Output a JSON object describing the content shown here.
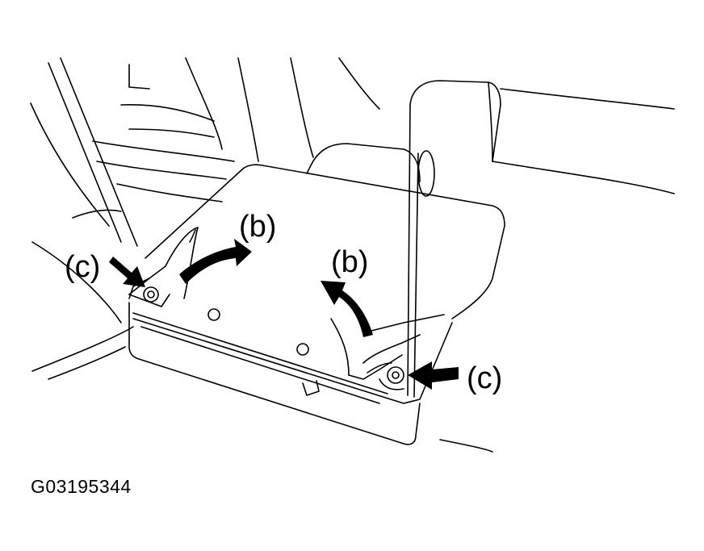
{
  "labels": {
    "b_left": "(b)",
    "b_right": "(b)",
    "c_left": "(c)",
    "c_right": "(c)"
  },
  "figure_code": "G03195344",
  "colors": {
    "line": "#000000",
    "background": "#ffffff"
  }
}
